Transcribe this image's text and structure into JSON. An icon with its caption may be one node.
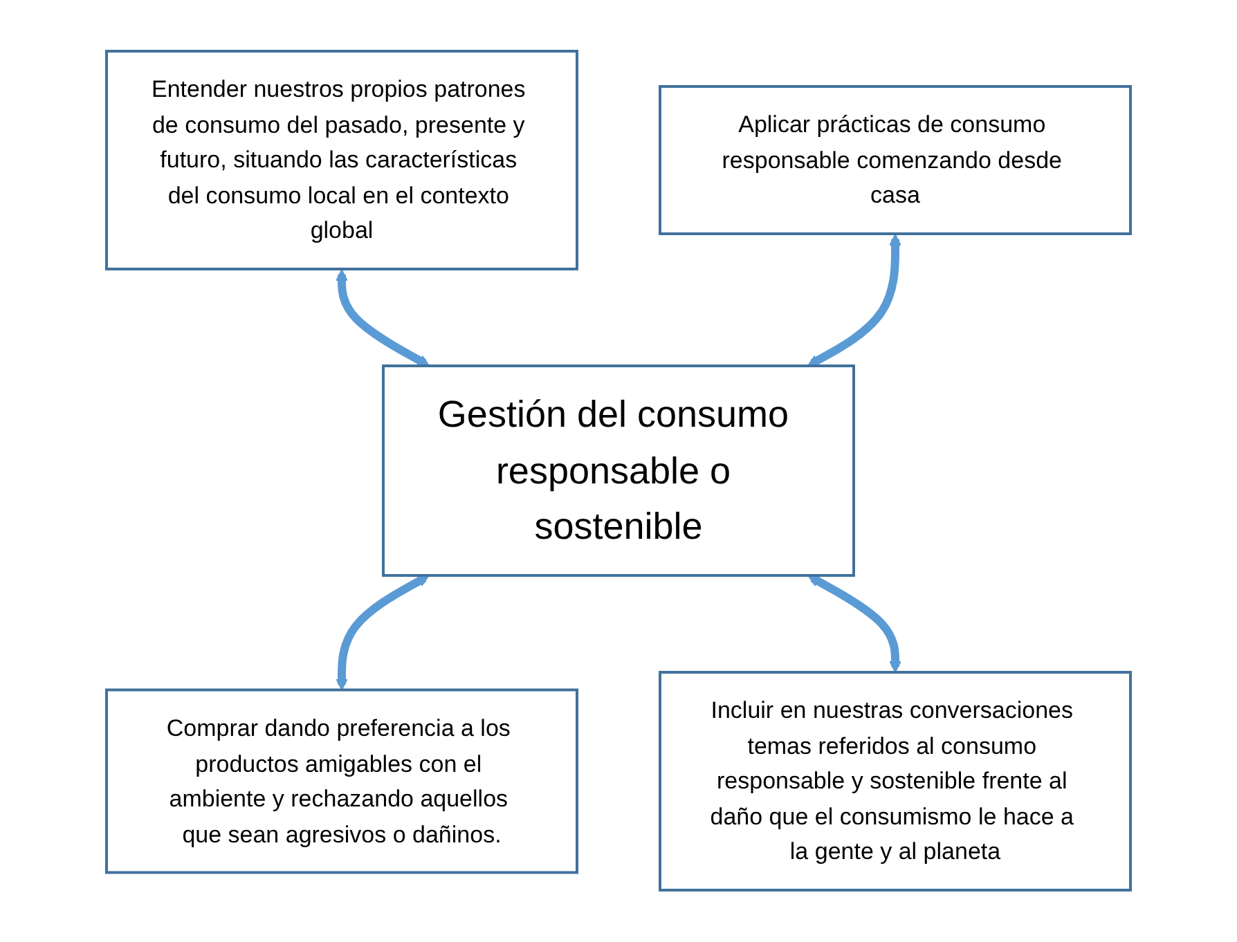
{
  "diagram": {
    "nodes": [
      {
        "text": [
          "Entender nuestros propios patrones de consumo del pasado, presente y futuro, situando las características del consumo local en el contexto global"
        ]
      },
      {
        "text": [
          "Aplicar prácticas de consumo responsable comenzando desde casa"
        ]
      },
      {
        "text": [
          "Gestión del consumo responsable o sostenible"
        ]
      },
      {
        "text": [
          "Comprar dando preferencia a los productos amigables con el ambiente y rechazando aquellos que sean agresivos o dañinos."
        ]
      },
      {
        "text": [
          "Incluir en nuestras conversaciones temas referidos al consumo responsable y sostenible frente al daño que el consumismo le hace a la gente y al planeta"
        ]
      }
    ],
    "edges": [
      {
        "from": 0,
        "to": 2,
        "arrow": "both"
      },
      {
        "from": 1,
        "to": 2,
        "arrow": "both"
      },
      {
        "from": 2,
        "to": 3,
        "arrow": "both"
      },
      {
        "from": 2,
        "to": 4,
        "arrow": "both"
      }
    ]
  }
}
